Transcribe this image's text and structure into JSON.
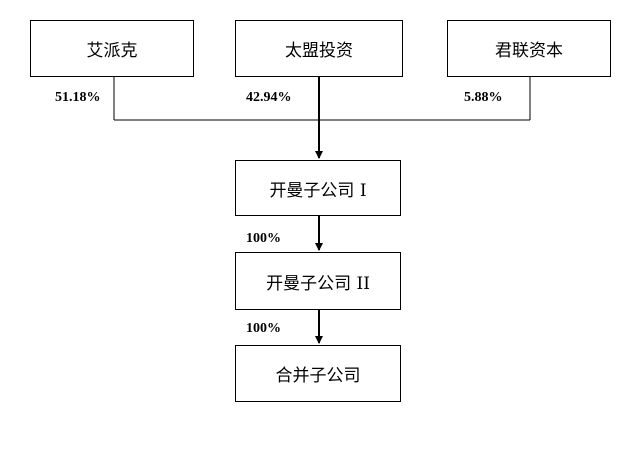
{
  "shareholders": [
    {
      "name": "艾派克",
      "percent": "51.18%"
    },
    {
      "name": "太盟投资",
      "percent": "42.94%"
    },
    {
      "name": "君联资本",
      "percent": "5.88%"
    }
  ],
  "chain": [
    {
      "name": "开曼子公司 I",
      "percent_from_parent": ""
    },
    {
      "name": "开曼子公司 II",
      "percent_from_parent": "100%"
    },
    {
      "name": "合并子公司",
      "percent_from_parent": "100%"
    }
  ]
}
